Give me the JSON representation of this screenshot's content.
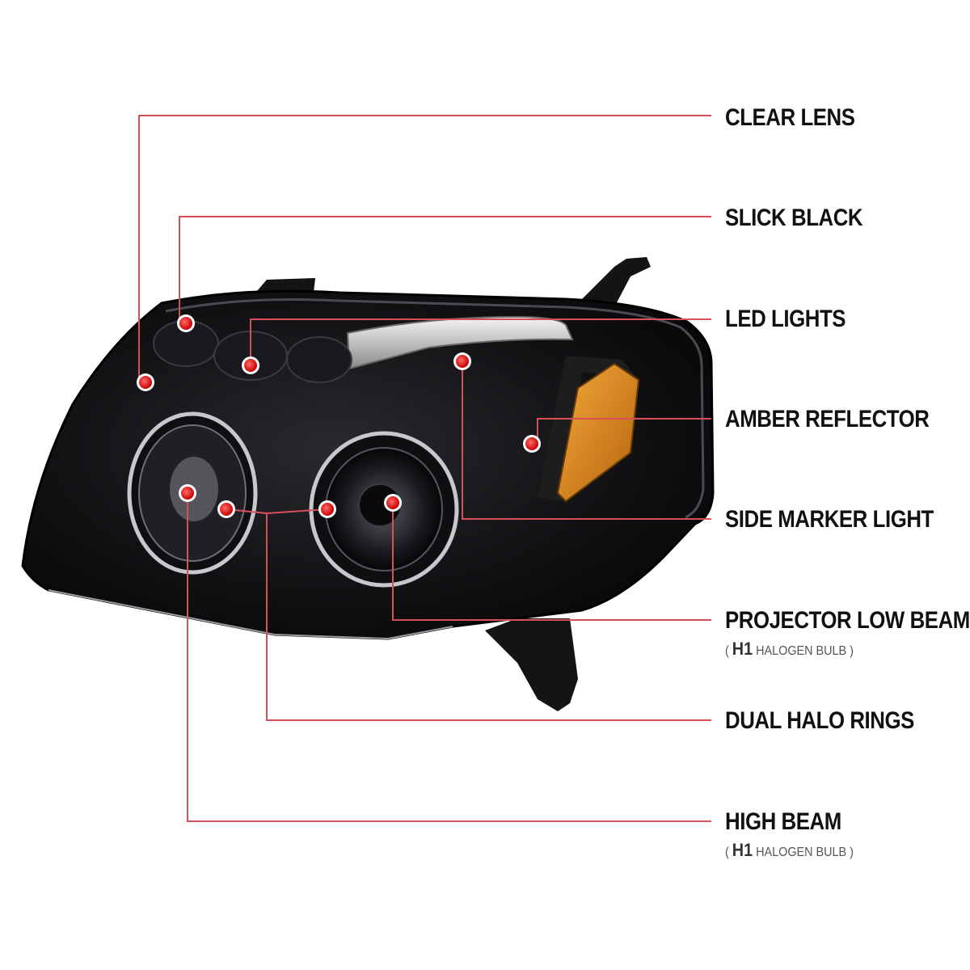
{
  "accent_color": "#d94f57",
  "callouts": [
    {
      "id": "clear-lens",
      "label": "CLEAR LENS"
    },
    {
      "id": "slick-black",
      "label": "SLICK BLACK"
    },
    {
      "id": "led-lights",
      "label": "LED LIGHTS"
    },
    {
      "id": "amber-reflector",
      "label": "AMBER REFLECTOR"
    },
    {
      "id": "side-marker-light",
      "label": "SIDE MARKER LIGHT"
    },
    {
      "id": "projector-low-beam",
      "label": "PROJECTOR LOW BEAM",
      "note": {
        "open": "(",
        "bulb": "H1",
        "type": "HALOGEN BULB",
        "close": ")"
      }
    },
    {
      "id": "dual-halo-rings",
      "label": "DUAL HALO RINGS"
    },
    {
      "id": "high-beam",
      "label": "HIGH BEAM",
      "note": {
        "open": "(",
        "bulb": "H1",
        "type": "HALOGEN BULB",
        "close": ")"
      }
    }
  ]
}
